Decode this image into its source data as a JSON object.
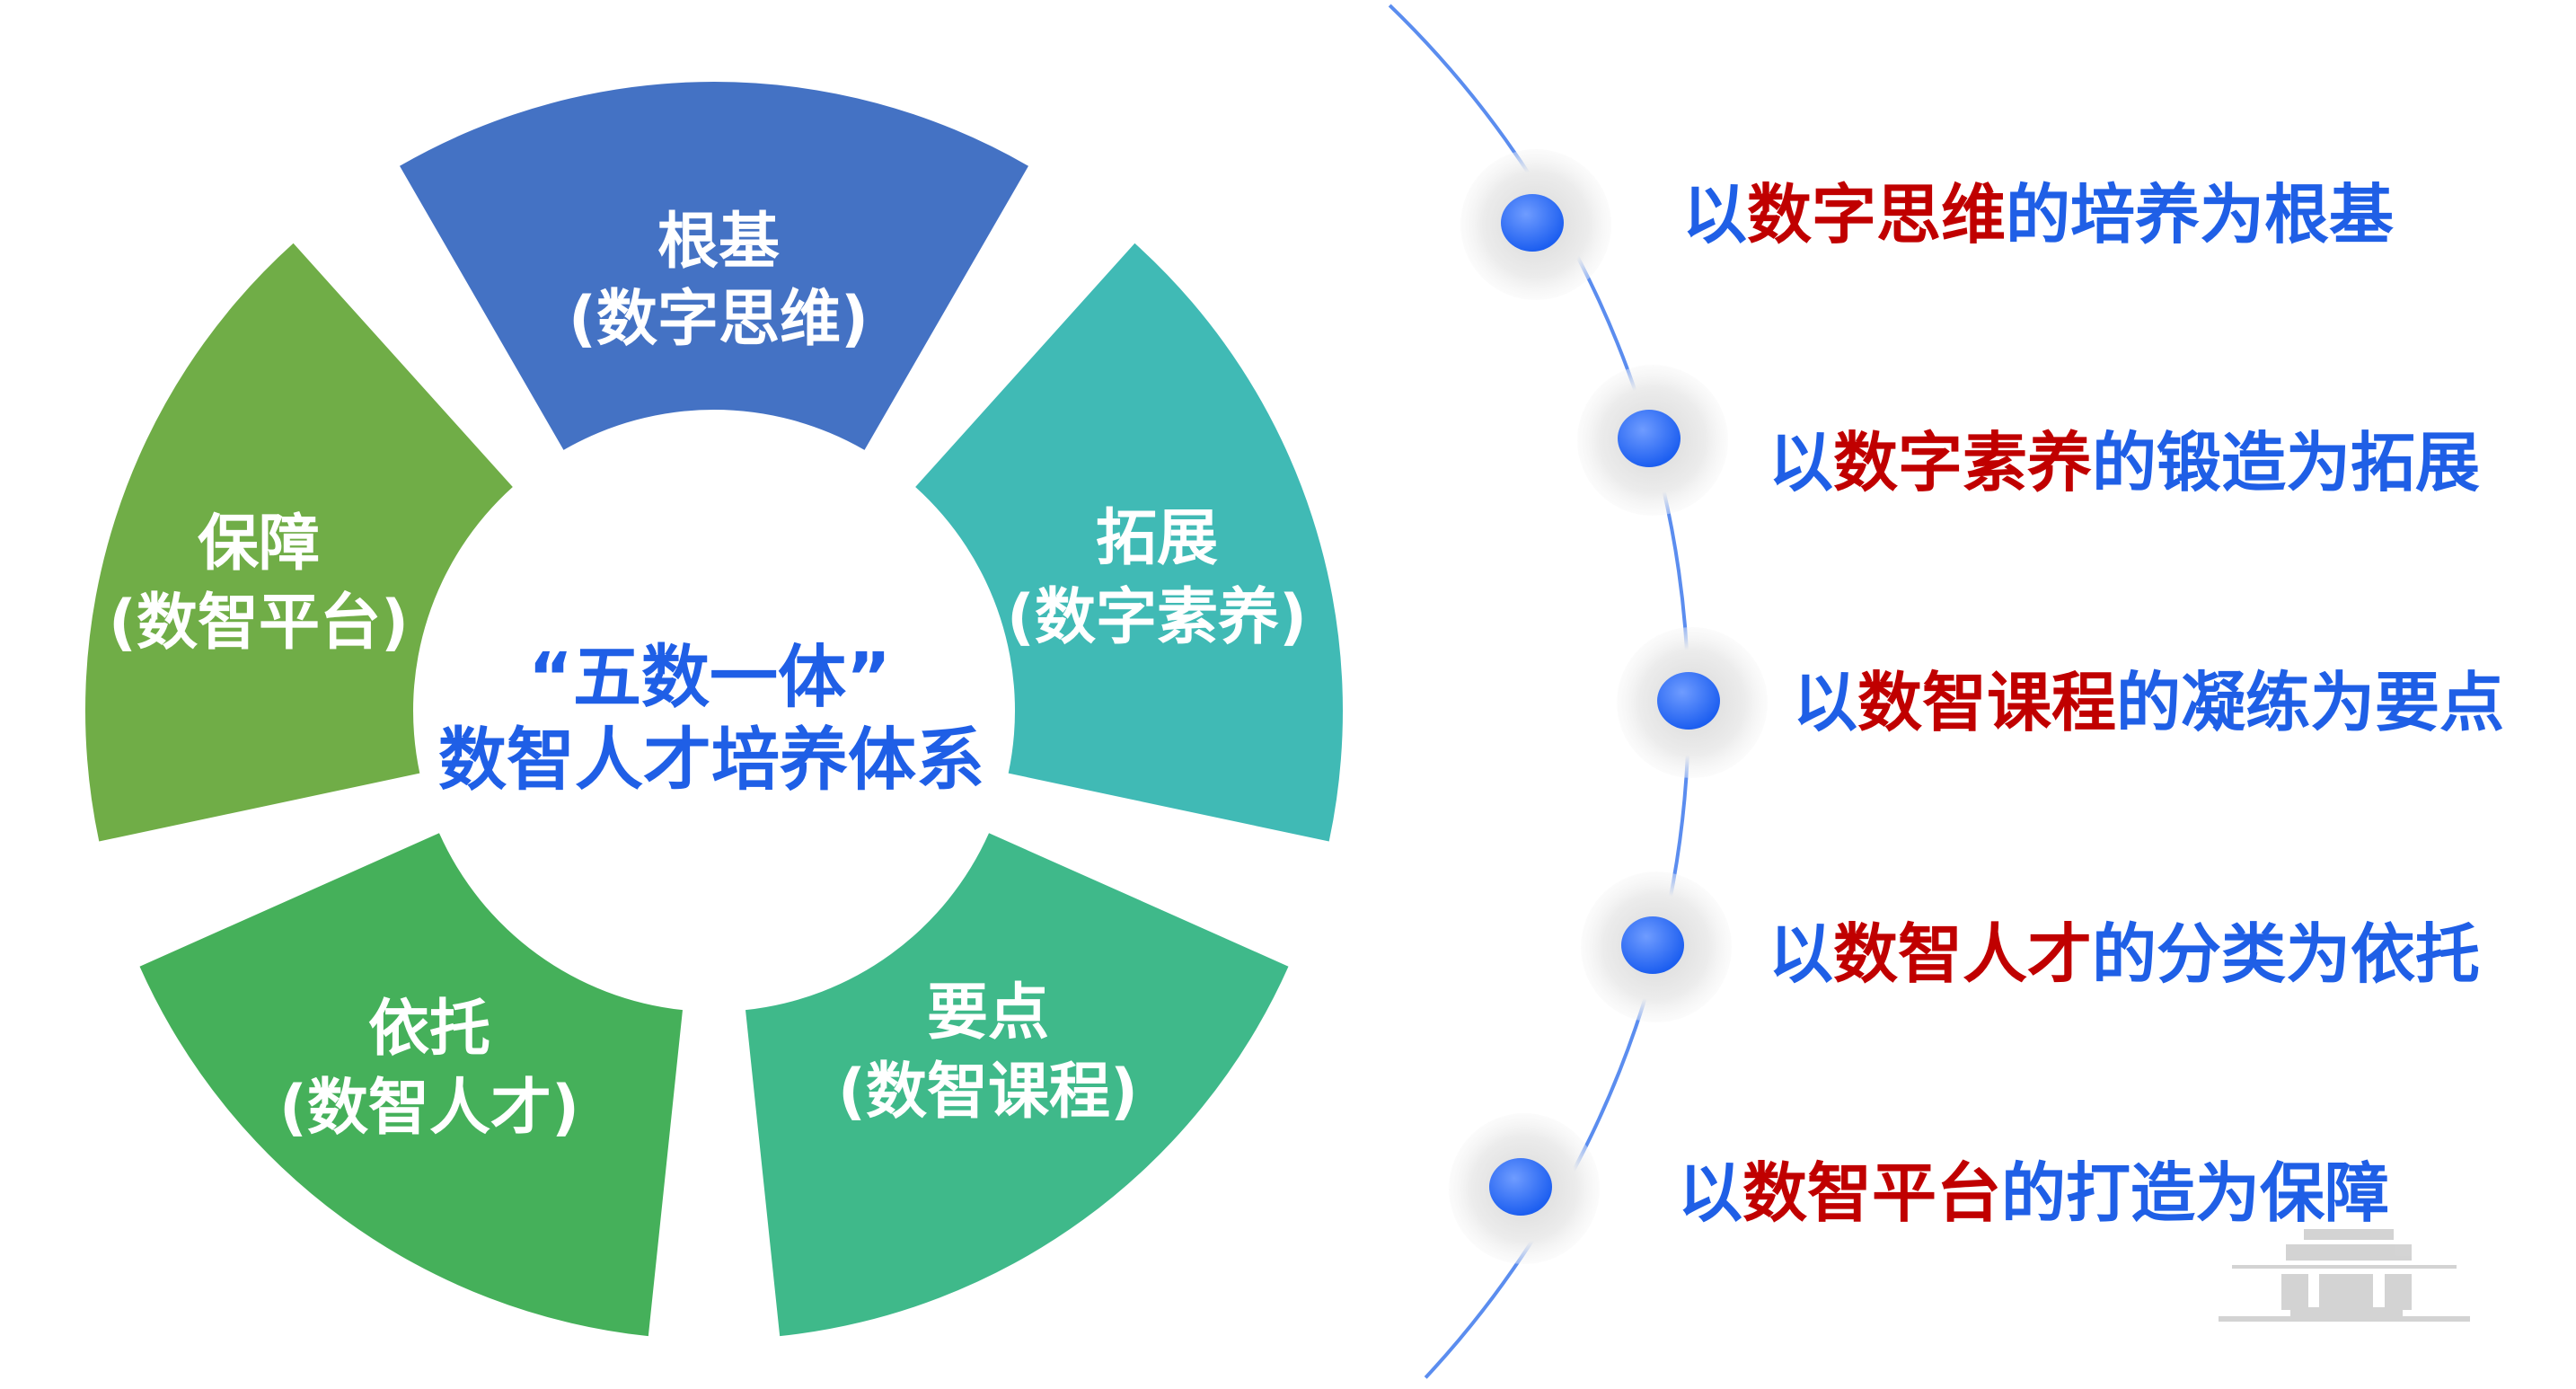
{
  "colors": {
    "blue_text": "#1F5FE6",
    "red_text": "#C00000",
    "arc": "#5B8DEF",
    "dot": "#2F6BF0"
  },
  "center": {
    "line1": "“五数一体”",
    "line2": "数智人才培养体系"
  },
  "segments": [
    {
      "title": "根基",
      "subtitle": "(数字思维)",
      "color": "#4472C4"
    },
    {
      "title": "拓展",
      "subtitle": "(数字素养)",
      "color": "#40BAB5"
    },
    {
      "title": "要点",
      "subtitle": "(数智课程)",
      "color": "#3FB98A"
    },
    {
      "title": "依托",
      "subtitle": "(数智人才)",
      "color": "#45B05A"
    },
    {
      "title": "保障",
      "subtitle": "(数智平台)",
      "color": "#70AD47"
    }
  ],
  "items": [
    {
      "prefix": "以",
      "highlight": "数字思维",
      "suffix": "的培养为根基"
    },
    {
      "prefix": "以",
      "highlight": "数字素养",
      "suffix": "的锻造为拓展"
    },
    {
      "prefix": "以",
      "highlight": "数智课程",
      "suffix": "的凝练为要点"
    },
    {
      "prefix": "以",
      "highlight": "数智人才",
      "suffix": "的分类为依托"
    },
    {
      "prefix": "以",
      "highlight": "数智平台",
      "suffix": "的打造为保障"
    }
  ]
}
